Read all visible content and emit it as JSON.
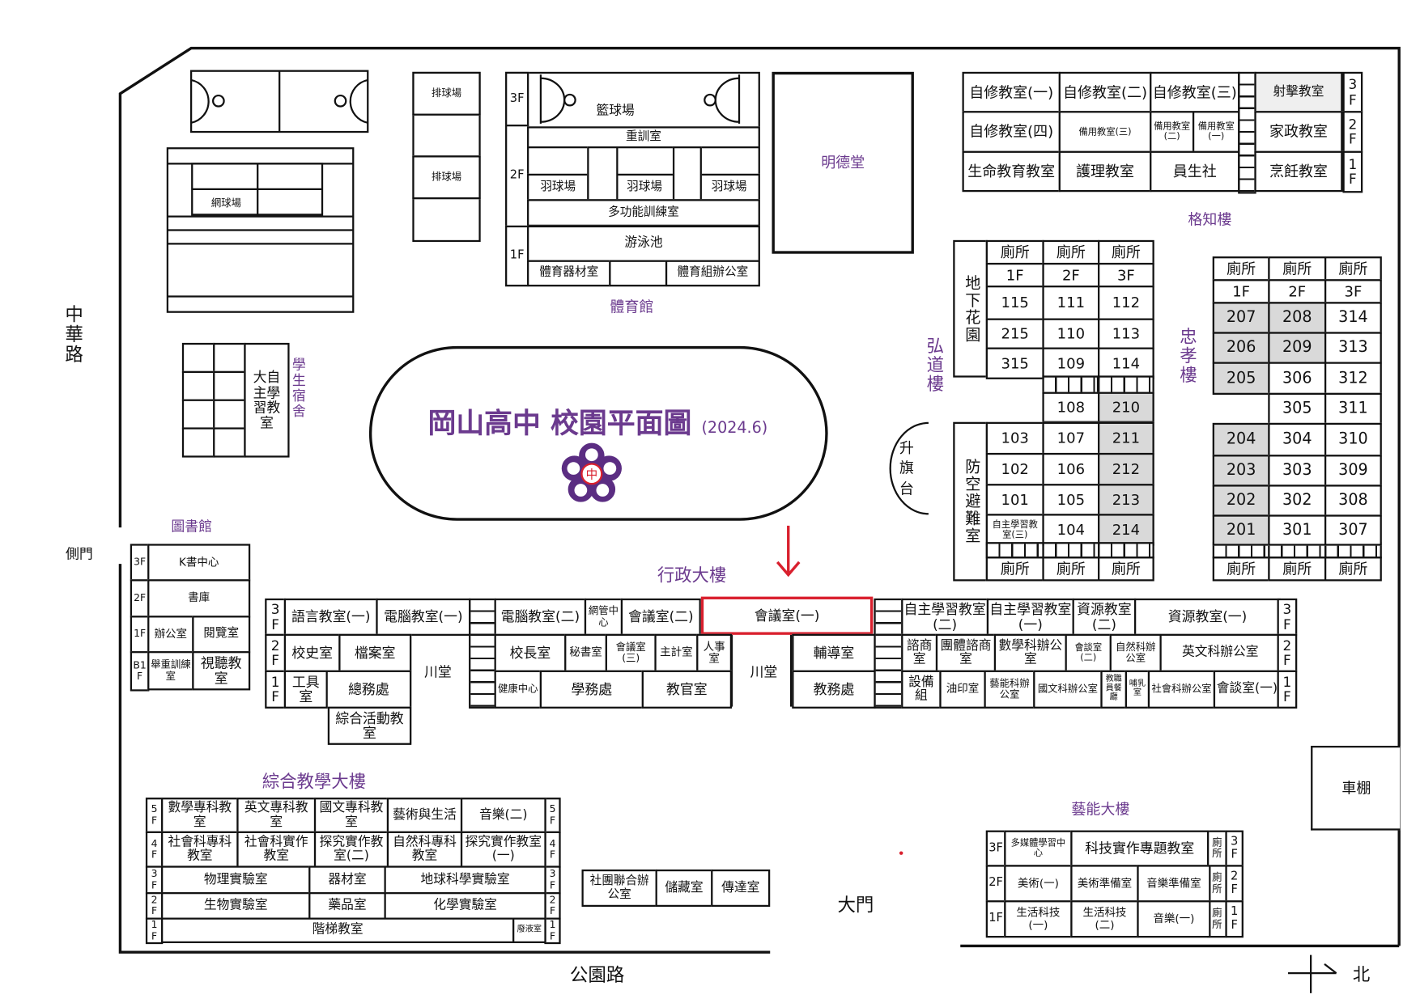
{
  "title": {
    "main": "岡山高中 校園平面圖",
    "date": "(2024.6)"
  },
  "roads": {
    "west": "中華路",
    "south": "公園路"
  },
  "gates": {
    "side": "側門",
    "main": "大門"
  },
  "compass": {
    "north": "北"
  },
  "colors": {
    "building_label": "#6b3a8e",
    "highlight": "#d9202e",
    "shaded_room": "#d9d9d9"
  },
  "sports": {
    "volleyball": "排球場",
    "tennis": "網球場",
    "gym": {
      "name": "體育館",
      "floors": [
        "3F",
        "2F",
        "1F"
      ],
      "basketball": "籃球場",
      "weights": "重訓室",
      "badminton": "羽球場",
      "multi": "多功能訓練室",
      "pool": "游泳池",
      "equipment": "體育器材室",
      "office": "體育組辦公室"
    }
  },
  "mingde": "明德堂",
  "dorm": {
    "name": "學生宿舍",
    "hall": "大自主學習教室"
  },
  "flag": "升旗台",
  "parking": "車棚",
  "gezhi": {
    "name": "格知樓",
    "floors": [
      "3F",
      "2F",
      "1F"
    ],
    "rooms": [
      "自修教室(一)",
      "自修教室(二)",
      "自修教室(三)",
      "射擊教室",
      "自修教室(四)",
      "備用教室(三)",
      "備用教室(二)",
      "備用教室(一)",
      "家政教室",
      "生命教育教室",
      "護理教室",
      "員生社",
      "烹飪教室"
    ]
  },
  "hongdao": {
    "name": "弘道樓",
    "garden": "地下花園",
    "shelter": "防空避難室",
    "restroom": "廁所",
    "floors": [
      "1F",
      "2F",
      "3F"
    ],
    "upper": [
      [
        "115",
        "111",
        "112"
      ],
      [
        "215",
        "110",
        "113"
      ],
      [
        "315",
        "109",
        "114"
      ]
    ],
    "mid": [
      "108",
      "210"
    ],
    "lower": [
      [
        "103",
        "107",
        "211"
      ],
      [
        "102",
        "106",
        "212"
      ],
      [
        "101",
        "105",
        "213"
      ],
      [
        "自主學習教室(三)",
        "104",
        "214"
      ]
    ]
  },
  "zhongxiao": {
    "name": "忠孝樓",
    "restroom": "廁所",
    "floors": [
      "1F",
      "2F",
      "3F"
    ],
    "rows": [
      [
        "207",
        "208",
        "314"
      ],
      [
        "206",
        "209",
        "313"
      ],
      [
        "205",
        "306",
        "312"
      ],
      [
        "",
        "305",
        "311"
      ],
      [
        "204",
        "304",
        "310"
      ],
      [
        "203",
        "303",
        "309"
      ],
      [
        "202",
        "302",
        "308"
      ],
      [
        "201",
        "301",
        "307"
      ]
    ]
  },
  "library": {
    "name": "圖書館",
    "floors": [
      "3F",
      "2F",
      "1F",
      "B1F"
    ],
    "rooms": [
      "K書中心",
      "書庫",
      "辦公室",
      "閱覽室",
      "舉重訓練室",
      "視聽教室"
    ]
  },
  "admin": {
    "name": "行政大樓",
    "floors": [
      "3F",
      "2F",
      "1F"
    ],
    "hall": "川堂",
    "west": [
      "語言教室(一)",
      "電腦教室(一)",
      "校史室",
      "檔案室",
      "工具室",
      "總務處",
      "綜合活動教室"
    ],
    "center": [
      "電腦教室(二)",
      "網管中心",
      "會議室(二)",
      "會議室(一)",
      "校長室",
      "秘書室",
      "會議室(三)",
      "主計室",
      "人事室",
      "健康中心",
      "學務處",
      "教官室",
      "輔導室",
      "教務處"
    ],
    "east": [
      "自主學習教室(二)",
      "自主學習教室(一)",
      "資源教室(二)",
      "資源教室(一)",
      "諮商室",
      "團體諮商室",
      "數學科辦公室",
      "會談室(二)",
      "自然科辦公室",
      "英文科辦公室",
      "設備組",
      "油印室",
      "藝能科辦公室",
      "國文科辦公室",
      "教職員餐廳",
      "哺乳室",
      "社會科辦公室",
      "會談室(一)"
    ]
  },
  "teaching": {
    "name": "綜合教學大樓",
    "floors": [
      "5F",
      "4F",
      "3F",
      "2F",
      "1F"
    ],
    "rooms": [
      "數學專科教室",
      "英文專科教室",
      "國文專科教室",
      "藝術與生活",
      "音樂(二)",
      "社會科專科教室",
      "社會科實作教室",
      "探究實作教室(二)",
      "自然科專科教室",
      "探究實作教室(一)",
      "物理實驗室",
      "器材室",
      "地球科學實驗室",
      "生物實驗室",
      "藥品室",
      "化學實驗室",
      "階梯教室",
      "廢液室"
    ]
  },
  "misc": [
    "社團聯合辦公室",
    "儲藏室",
    "傳達室"
  ],
  "arts": {
    "name": "藝能大樓",
    "floors": [
      "3F",
      "2F",
      "1F"
    ],
    "restroom": "廁所",
    "rooms": [
      "多媒體學習中心",
      "科技實作專題教室",
      "美術(一)",
      "美術準備室",
      "音樂準備室",
      "生活科技(一)",
      "生活科技(二)",
      "音樂(一)"
    ]
  }
}
